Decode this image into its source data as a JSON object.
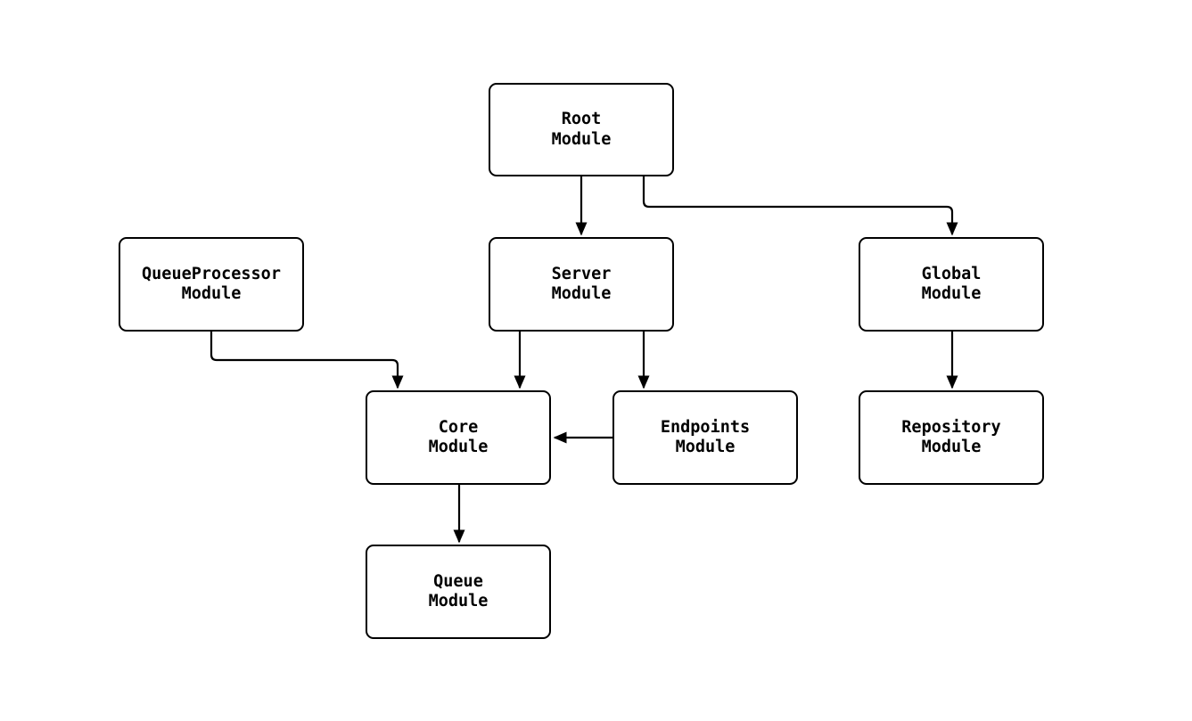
{
  "diagram": {
    "type": "module-dependency-flowchart",
    "background_color": "#ffffff",
    "node_fill_color": "#ffffff",
    "node_border_color": "#000000",
    "edge_color": "#000000",
    "text_color": "#000000",
    "nodes": [
      {
        "id": "root",
        "label": "Root\nModule"
      },
      {
        "id": "queueprocessor",
        "label": "QueueProcessor\nModule"
      },
      {
        "id": "server",
        "label": "Server\nModule"
      },
      {
        "id": "global",
        "label": "Global\nModule"
      },
      {
        "id": "core",
        "label": "Core\nModule"
      },
      {
        "id": "endpoints",
        "label": "Endpoints\nModule"
      },
      {
        "id": "repository",
        "label": "Repository\nModule"
      },
      {
        "id": "queue",
        "label": "Queue\nModule"
      }
    ],
    "edges": [
      {
        "from": "root",
        "to": "server"
      },
      {
        "from": "root",
        "to": "global"
      },
      {
        "from": "queueprocessor",
        "to": "core"
      },
      {
        "from": "server",
        "to": "core"
      },
      {
        "from": "server",
        "to": "endpoints"
      },
      {
        "from": "endpoints",
        "to": "core"
      },
      {
        "from": "global",
        "to": "repository"
      },
      {
        "from": "core",
        "to": "queue"
      }
    ]
  }
}
